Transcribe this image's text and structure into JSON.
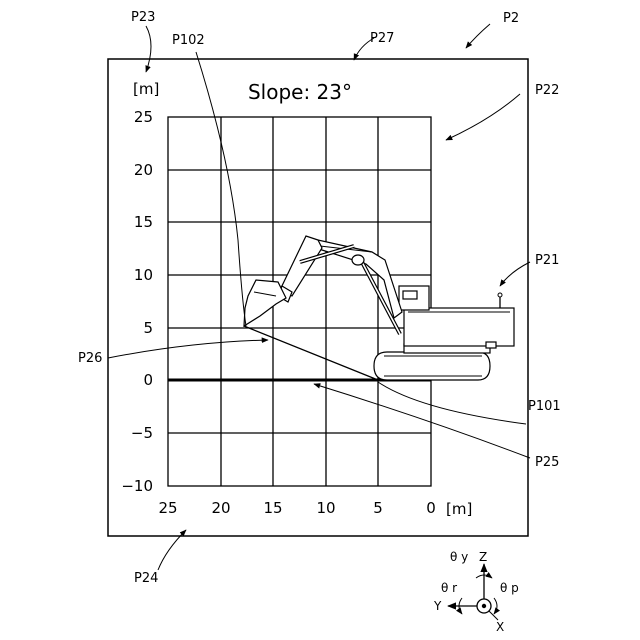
{
  "screen": {
    "title": "Slope: 23°",
    "unit_label_y": "[m]",
    "unit_label_x": "[m]",
    "y_ticks": [
      "25",
      "20",
      "15",
      "10",
      "5",
      "0",
      "−5",
      "−10"
    ],
    "x_ticks": [
      "25",
      "20",
      "15",
      "10",
      "5",
      "0"
    ]
  },
  "references": {
    "p2": "P2",
    "p21": "P21",
    "p22": "P22",
    "p23": "P23",
    "p24": "P24",
    "p25": "P25",
    "p26": "P26",
    "p27": "P27",
    "p101": "P101",
    "p102": "P102"
  },
  "axes_symbol": {
    "z": "Z",
    "y": "Y",
    "x": "X",
    "theta_y": "θ y",
    "theta_r": "θ r",
    "theta_p": "θ p"
  },
  "chart_data": {
    "type": "diagram",
    "y_range": [
      -10,
      25
    ],
    "x_range": [
      25,
      0
    ],
    "grid": true,
    "slope_deg": 23
  }
}
